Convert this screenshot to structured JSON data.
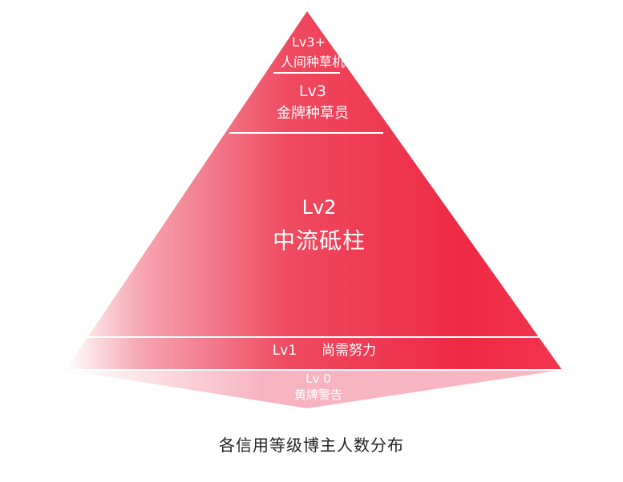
{
  "levels": [
    {
      "code": "Lv3+",
      "name": "人间种草机"
    },
    {
      "code": "Lv3",
      "name": "金牌种草员"
    },
    {
      "code": "Lv2",
      "name": "中流砥柱"
    },
    {
      "code": "Lv1",
      "name": "尚需努力"
    },
    {
      "code": "Lv 0",
      "name": "黄牌警告"
    }
  ],
  "caption": "各信用等级博主人数分布",
  "colors": {
    "accent": "#ee2a45",
    "light": "#ffffff"
  }
}
